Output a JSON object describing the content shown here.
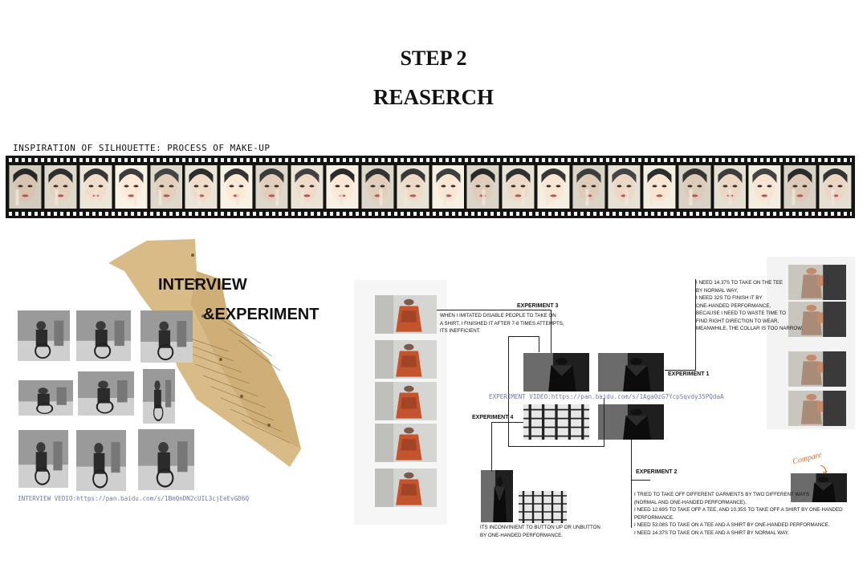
{
  "header": {
    "step": "STEP 2",
    "subtitle": "REASERCH"
  },
  "film": {
    "caption": "INSPIRATION OF SILHOUETTE: PROCESS OF MAKE-UP",
    "frame_count": 24
  },
  "interview": {
    "title_line1": "INTERVIEW",
    "title_line2": "&EXPERIMENT",
    "video_link": "INTERVIEW VEDIO:https://pan.baidu.com/s/1BmQnDN2cUIL3cjEeEvGD6Q"
  },
  "experiments": {
    "exp3_label": "EXPERIMENT 3",
    "exp3_text": [
      "WHEN I IMITATED DISABLE PEOPLE TO TAKE ON",
      "A SHIRT, I FINISHED IT AFTER 7-8 TIMES ATTEMPTS,",
      "ITS INEFFICIENT."
    ],
    "exp1_label": "EXPERIMENT 1",
    "exp1_text": [
      "I NEED 14.37S TO TAKE ON THE TEE",
      "BY NORMAL WAY,",
      "I NEED 32S TO FINISH IT BY",
      "ONE-HANDED PERFORMANCE,",
      "BECAUSE I NEED TO WASTE TIME TO",
      "FIND RIGHT DIRECTION TO WEAR,",
      "MEANWHILE, THE COLLAR IS TOO NARROW."
    ],
    "video_link": "EXPERIMENT VIDEO:https://pan.baidu.com/s/1Aga0zG7YcpSqvdy35PQdaA",
    "exp4_label": "EXPERIMENT 4",
    "exp4_text": [
      "ITS INCONVINIENT TO BUTTON UP OR UNBUTTON",
      "BY ONE-HANDED PERFORMANCE."
    ],
    "exp2_label": "EXPERIMENT 2",
    "exp2_text": [
      "I TRIED TO TAKE OFF DIFFERENT GARMENTS BY TWO DIFFERENT WAYS",
      "(NORMAL AND ONE-HANDED PERFORMANCE).",
      "I NEED 12.69S TO TAKE OFF A TEE, AND 10.35S TO TAKE OFF A SHIRT BY ONE-HANDED PERFORMANCE.",
      "I NEED 53.08S TO TAKE ON A TEE AND A SHIRT BY ONE-HANDED PERFORMANCE.",
      "I NEED 14.37S TO TAKE ON A TEE AND A SHIRT BY NORMAL WAY."
    ],
    "compare_note": "Compare"
  },
  "colors": {
    "paper": "#d8bc88",
    "link": "#6f78a8",
    "ink": "#111111"
  }
}
